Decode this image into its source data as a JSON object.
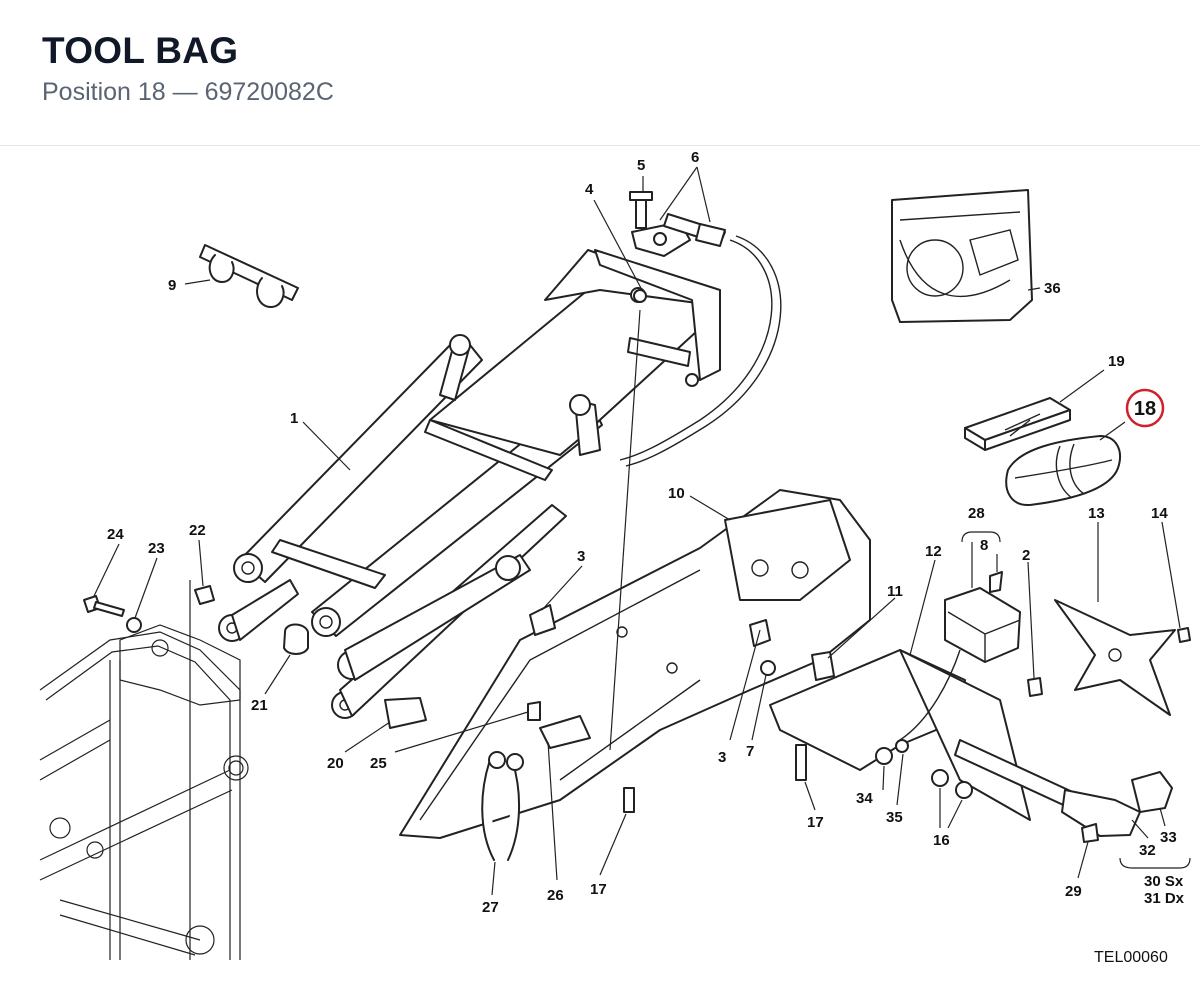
{
  "header": {
    "title": "TOOL BAG",
    "subtitle": "Position 18 — 69720082C"
  },
  "diagram": {
    "drawing_code": "TEL00060",
    "highlight": {
      "label": "18",
      "color": "#d0202a"
    },
    "callouts": [
      "1",
      "2",
      "3",
      "3",
      "4",
      "5",
      "6",
      "7",
      "8",
      "9",
      "10",
      "11",
      "12",
      "13",
      "14",
      "16",
      "17",
      "17",
      "19",
      "20",
      "21",
      "22",
      "23",
      "24",
      "25",
      "26",
      "27",
      "28",
      "29",
      "30 Sx",
      "31 Dx",
      "32",
      "33",
      "34",
      "35",
      "36"
    ]
  }
}
